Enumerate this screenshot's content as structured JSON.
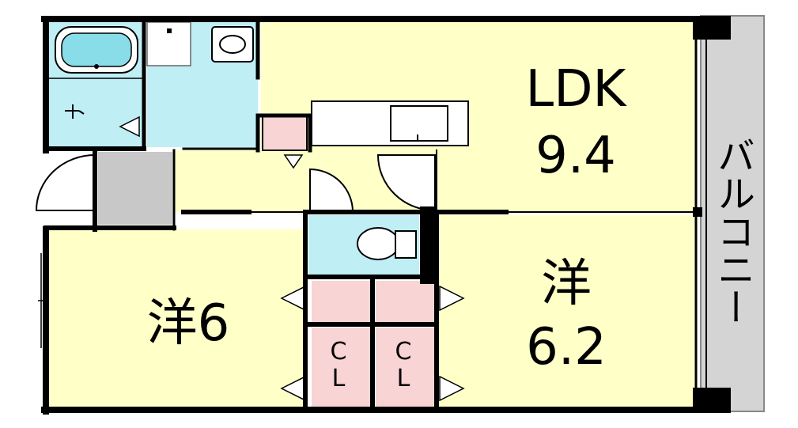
{
  "rooms": {
    "ldk": {
      "name": "LDK",
      "size": "9.4"
    },
    "western_room_left": {
      "name": "洋6"
    },
    "western_room_right": {
      "name": "洋",
      "size": "6.2"
    },
    "closet_1": {
      "c": "C",
      "l": "L"
    },
    "closet_2": {
      "c": "C",
      "l": "L"
    },
    "balcony": {
      "label": "バルコニー"
    }
  },
  "colors": {
    "room_fill": "#ffffc8",
    "wet_area_fill": "#bfeef5",
    "storage_fill": "#f8d4d4",
    "entrance_fill": "#c8c8c8",
    "balcony_fill": "#d4d4d4",
    "wall": "#000000"
  }
}
